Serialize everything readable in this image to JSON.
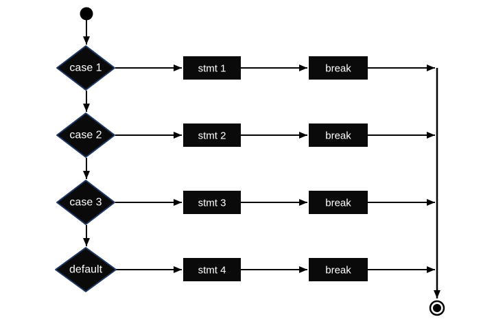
{
  "diagram": {
    "type": "flowchart",
    "rows": [
      {
        "condition": "case 1",
        "statement": "stmt 1",
        "break_label": "break"
      },
      {
        "condition": "case 2",
        "statement": "stmt 2",
        "break_label": "break"
      },
      {
        "condition": "case 3",
        "statement": "stmt 3",
        "break_label": "break"
      },
      {
        "condition": "default",
        "statement": "stmt 4",
        "break_label": "break"
      }
    ],
    "colors": {
      "shape_fill": "#0a0a0a",
      "diamond_stroke": "#1f3864",
      "label_text": "#ffffff",
      "connector": "#000000",
      "background": "#ffffff"
    }
  }
}
